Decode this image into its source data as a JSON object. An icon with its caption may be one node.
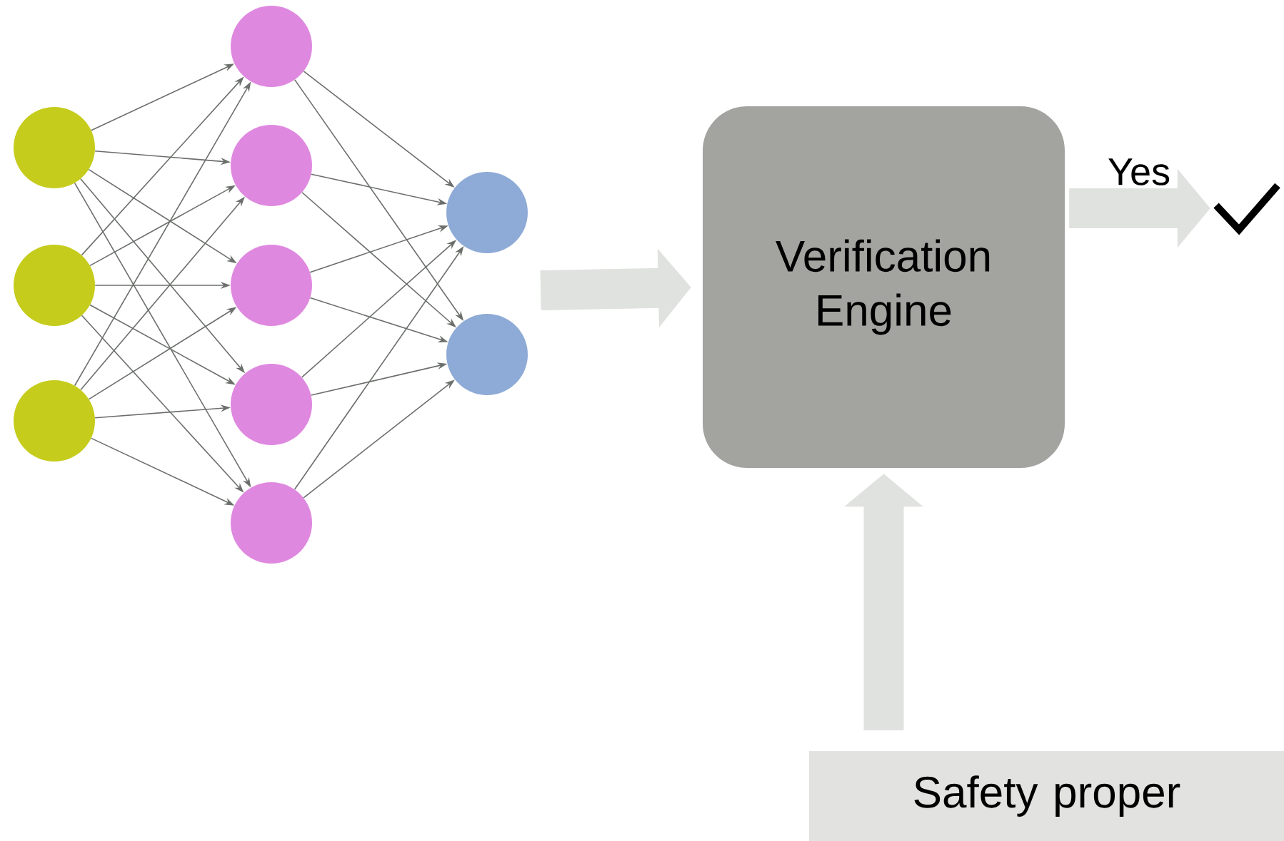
{
  "diagram": {
    "nodes": [
      {
        "text": [],
        "shape": "circle"
      },
      {
        "text": [],
        "shape": "circle"
      },
      {
        "text": [],
        "shape": "circle"
      },
      {
        "text": [],
        "shape": "circle"
      },
      {
        "text": [],
        "shape": "circle"
      },
      {
        "text": [],
        "shape": "circle"
      },
      {
        "text": [],
        "shape": "circle"
      },
      {
        "text": [],
        "shape": "circle"
      },
      {
        "text": [],
        "shape": "circle"
      },
      {
        "text": [],
        "shape": "circle"
      },
      {
        "text": [
          "Verification Engine"
        ]
      },
      {
        "text": [],
        "shape": "picture"
      },
      {
        "text": [
          "Safety proper"
        ]
      }
    ],
    "edges": [
      {
        "from": 0,
        "to": 3,
        "arrow": "to"
      },
      {
        "from": 0,
        "to": 4,
        "arrow": "to"
      },
      {
        "from": 0,
        "to": 5,
        "arrow": "to"
      },
      {
        "from": 0,
        "to": 6,
        "arrow": "to"
      },
      {
        "from": 0,
        "to": 7,
        "arrow": "to"
      },
      {
        "from": 1,
        "to": 3,
        "arrow": "to"
      },
      {
        "from": 1,
        "to": 4,
        "arrow": "to"
      },
      {
        "from": 1,
        "to": 5,
        "arrow": "to"
      },
      {
        "from": 1,
        "to": 6,
        "arrow": "to"
      },
      {
        "from": 1,
        "to": 7,
        "arrow": "to"
      },
      {
        "from": 2,
        "to": 3,
        "arrow": "to"
      },
      {
        "from": 2,
        "to": 4,
        "arrow": "to"
      },
      {
        "from": 2,
        "to": 5,
        "arrow": "to"
      },
      {
        "from": 2,
        "to": 6,
        "arrow": "to"
      },
      {
        "from": 2,
        "to": 7,
        "arrow": "to"
      },
      {
        "from": 3,
        "to": 8,
        "arrow": "to"
      },
      {
        "from": 3,
        "to": 9,
        "arrow": "to"
      },
      {
        "from": 4,
        "to": 8,
        "arrow": "to"
      },
      {
        "from": 4,
        "to": 9,
        "arrow": "to"
      },
      {
        "from": 5,
        "to": 8,
        "arrow": "to"
      },
      {
        "from": 5,
        "to": 9,
        "arrow": "to"
      },
      {
        "from": 6,
        "to": 8,
        "arrow": "to"
      },
      {
        "from": 6,
        "to": 9,
        "arrow": "to"
      },
      {
        "from": 7,
        "to": 8,
        "arrow": "to"
      },
      {
        "from": 7,
        "to": 9,
        "arrow": "to"
      },
      {
        "from": null,
        "to": 10,
        "arrow": "to",
        "style": "thick",
        "color": "#e0e2df"
      },
      {
        "from": 10,
        "to": 11,
        "arrow": "to",
        "label": "Yes",
        "style": "thick",
        "color": "#e0e2df"
      },
      {
        "from": 12,
        "to": 10,
        "arrow": "to",
        "style": "thick",
        "color": "#e0e2df"
      }
    ]
  }
}
